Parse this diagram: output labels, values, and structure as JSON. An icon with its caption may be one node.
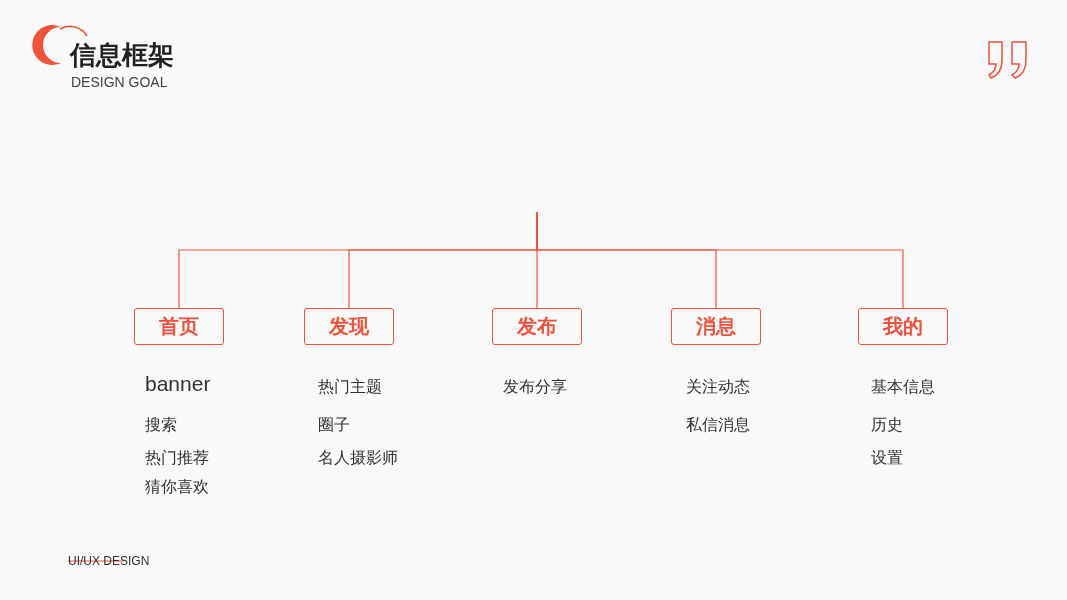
{
  "diagram": {
    "title": "信息框架",
    "nodes": [
      {
        "text": [
          "首页"
        ],
        "beside": [
          "banner",
          "搜索",
          "热门推荐",
          "猜你喜欢"
        ]
      },
      {
        "text": [
          "发现"
        ],
        "beside": [
          "热门主题",
          "圈子",
          "名人摄影师"
        ]
      },
      {
        "text": [
          "发布"
        ],
        "beside": [
          "发布分享"
        ]
      },
      {
        "text": [
          "消息"
        ],
        "beside": [
          "关注动态",
          "私信消息"
        ]
      },
      {
        "text": [
          "我的"
        ],
        "beside": [
          "基本信息",
          "历史",
          "设置"
        ]
      }
    ],
    "edges": [
      {
        "from": null,
        "to": 0,
        "arrow": "none"
      },
      {
        "from": null,
        "to": 1,
        "arrow": "none"
      },
      {
        "from": null,
        "to": 2,
        "arrow": "none"
      },
      {
        "from": null,
        "to": 3,
        "arrow": "none"
      },
      {
        "from": null,
        "to": 4,
        "arrow": "none"
      }
    ],
    "labels": [
      "DESIGN GOAL",
      "UI/UX DESIGN"
    ]
  }
}
